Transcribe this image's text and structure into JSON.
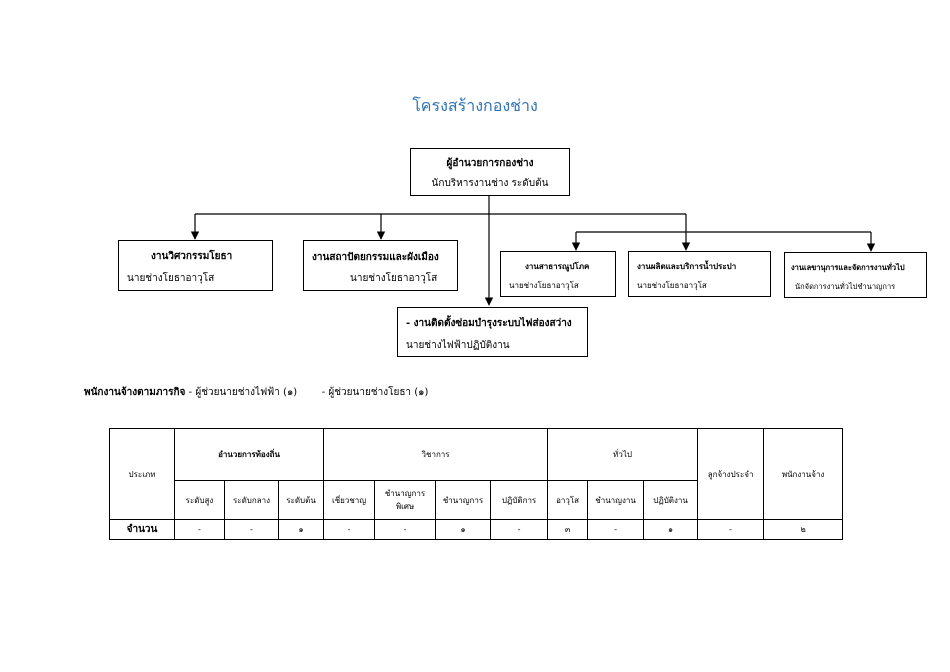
{
  "title": "โครงสร้างกองช่าง",
  "head": {
    "title": "ผู้อำนวยการกองช่าง",
    "subtitle": "นักบริหารงานช่าง ระดับต้น"
  },
  "units": [
    {
      "title": "งานวิศวกรรมโยธา",
      "subtitle": "นายช่างโยธาอาวุโส"
    },
    {
      "title": "งานสถาปัตยกรรมและผังเมือง",
      "subtitle": "นายช่างโยธาอาวุโส"
    },
    {
      "title": "งานสาธารณูปโภค",
      "subtitle": "นายช่างโยธาอาวุโส"
    },
    {
      "title": "งานผลิตและบริการน้ำประปา",
      "subtitle": "นายช่างโยธาอาวุโส"
    },
    {
      "title": "งานเลขานุการและจัดการงานทั่วไป",
      "subtitle": "นักจัดการงานทั่วไปชำนาญการ"
    },
    {
      "title": "- งานติดตั้งซ่อมบำรุงระบบไฟส่องสว่าง",
      "subtitle": "นายช่างไฟฟ้าปฏิบัติงาน"
    }
  ],
  "staff": {
    "label": "พนักงานจ้างตามภารกิจ",
    "item1": " - ผู้ช่วยนายช่างไฟฟ้า (๑)",
    "item2": "- ผู้ช่วยนายช่างโยธา (๑)"
  },
  "table": {
    "type_label": "ประเภท",
    "groups": {
      "local": "อำนวยการท้องถิ่น",
      "academic": "วิชาการ",
      "general": "ทั่วไป",
      "permanent": "ลูกจ้างประจำ",
      "employee": "พนักงานจ้าง"
    },
    "subheaders": [
      "ระดับสูง",
      "ระดับกลาง",
      "ระดับต้น",
      "เชี่ยวชาญ",
      "ชำนาญการพิเศษ",
      "ชำนาญการ",
      "ปฏิบัติการ",
      "อาวุโส",
      "ชำนาญงาน",
      "ปฏิบัติงาน"
    ],
    "count_label": "จำนวน",
    "counts": [
      "-",
      "-",
      "๑",
      "-",
      "-",
      "๑",
      "-",
      "๓",
      "-",
      "๑",
      "-",
      "๒"
    ]
  }
}
